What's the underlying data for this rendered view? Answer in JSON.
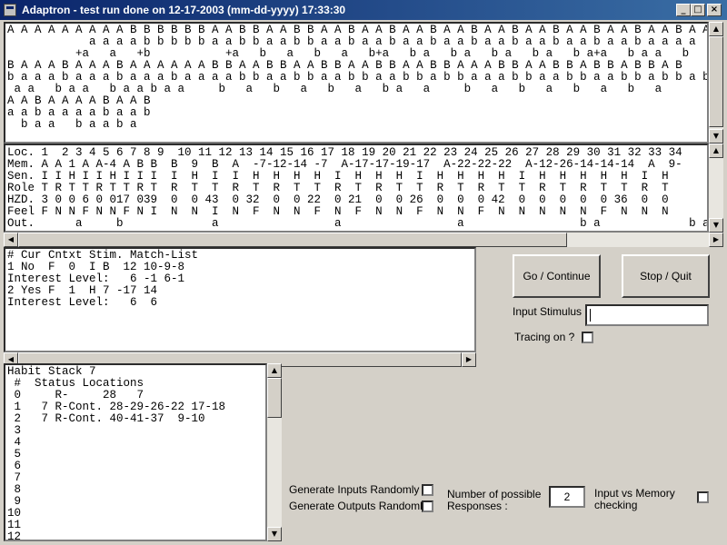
{
  "window": {
    "title": "Adaptron - test run done on 12-17-2003 (mm-dd-yyyy) 17:33:30",
    "minimize_glyph": "_",
    "maximize_glyph": "□",
    "close_glyph": "×"
  },
  "sequence_panel": {
    "lines": [
      "A A A A A A A A A B B B B B B A A B B A A B B A A B A A B A A B A A B A A B A A B A A B A A B A A B A A A",
      "            a a a a b b b b b a a b b a a b b a a b a a b a a b a a b a a b a a b a a b a a b a a a a",
      "          +a   a   +b           +a   b   a   b   a   b+a   b a   b a   b a   b a   b a+a   b a a   b",
      "B A A A B A A A B A A A A A A B B A A B B A A B B A A B B A A B B A A A B B A A B B A B B A B B A B",
      "b a a a b a a a b a a a b a a a a b b a a b b a a b b a a b b a b b a a a b b a a b b a a b b a b b a b",
      " a a   b a a   b a a b a a     b   a   b   a   b   a   b a   a     b   a   b   a   b   a   b   a",
      "A A B A A A A B A A B",
      "a a b a a a a b a a b",
      "  b a a   b a a b a"
    ]
  },
  "memory_panel": {
    "lines": [
      "Loc. 1  2 3 4 5 6 7 8 9  10 11 12 13 14 15 16 17 18 19 20 21 22 23 24 25 26 27 28 29 30 31 32 33 34",
      "Mem. A A 1 A A-4 A B B  B  9  B  A  -7-12-14 -7  A-17-17-19-17  A-22-22-22  A-12-26-14-14-14  A  9-",
      "Sen. I I H I I H I I I  I  H  I  I  H  H  H  H  I  H  H  H  I  H  H  H  H  I  H  H  H  H  H  I  H",
      "Role T R T T R T T R T  R  T  T  R  T  R  T  T  R  T  R  T  T  R  T  R  T  T  R  T  R  T  T  R  T",
      "HZD. 3 0 0 6 0 017 039  0  0 43  0 32  0  0 22  0 21  0  0 26  0  0  0 42  0  0  0  0  0 36  0  0",
      "Feel F N N F N N F N I  N  N  I  N  F  N  N  F  N  F  N  N  F  N  N  F  N  N  N  N  N  F  N  N  N",
      "Out.      a     b             a                 a                 a                 b a             b a"
    ]
  },
  "match_panel": {
    "lines": [
      "# Cur Cntxt Stim. Match-List",
      "1 No  F  0  I B  12 10-9-8",
      "Interest Level:   6 -1 6-1",
      "2 Yes F  1  H 7 -17 14",
      "Interest Level:   6  6"
    ]
  },
  "habit_panel": {
    "lines": [
      "Habit Stack 7",
      " #  Status Locations",
      " 0     R-     28   7",
      " 1   7 R-Cont. 28-29-26-22 17-18",
      " 2   7 R-Cont. 40-41-37  9-10",
      " 3",
      " 4",
      " 5",
      " 6",
      " 7",
      " 8",
      " 9",
      "10",
      "11",
      "12"
    ]
  },
  "controls": {
    "go_label": "Go / Continue",
    "stop_label": "Stop / Quit",
    "input_stimulus_label": "Input Stimulus :",
    "input_stimulus_value": "",
    "tracing_label": "Tracing on ?",
    "gen_inputs_label": "Generate Inputs Randomly ?",
    "gen_outputs_label": "Generate Outputs Randomly?",
    "num_responses_label_1": "Number of possible",
    "num_responses_label_2": "Responses :",
    "num_responses_value": "2",
    "ivm_label_1": "Input vs Memory",
    "ivm_label_2": "checking"
  },
  "scroll": {
    "up_glyph": "▲",
    "down_glyph": "▼",
    "left_glyph": "◀",
    "right_glyph": "▶"
  }
}
